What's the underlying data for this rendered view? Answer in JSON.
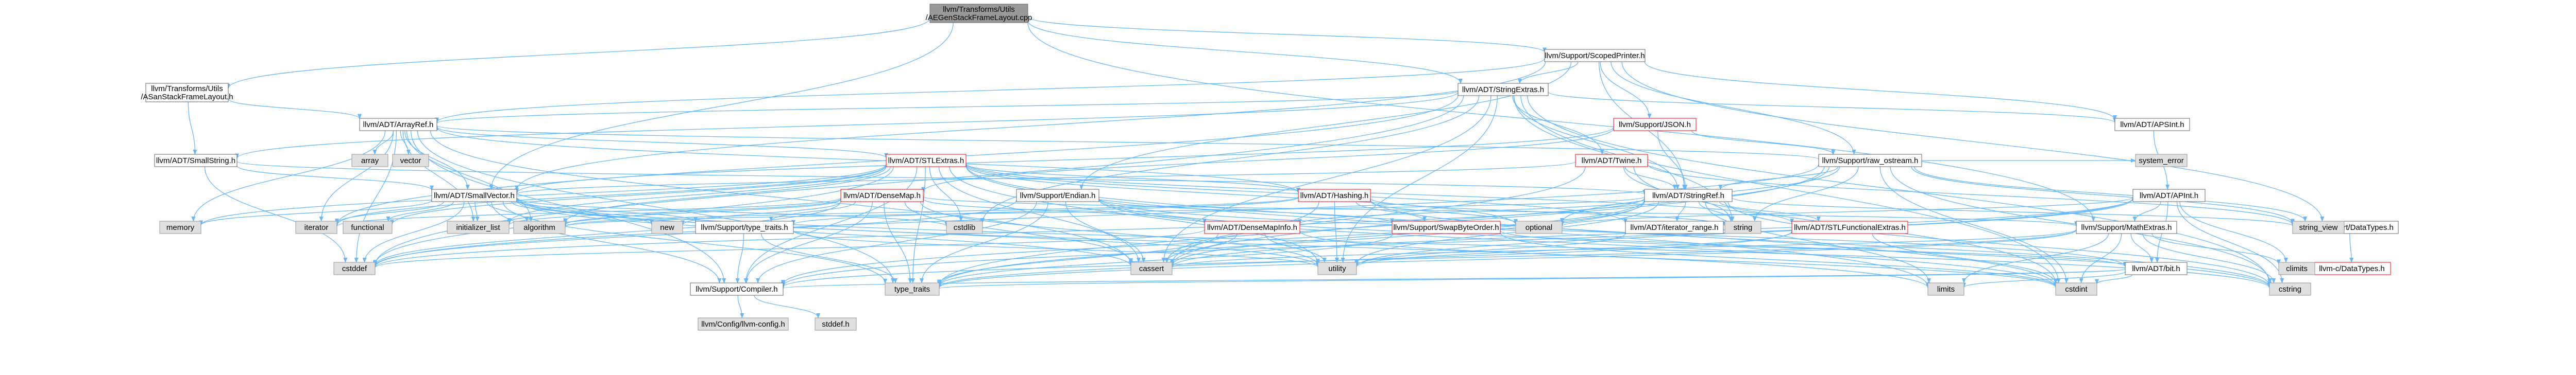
{
  "nodes": [
    {
      "id": "root",
      "lines": [
        "llvm/Transforms/Utils",
        "/AEGenStackFrameLayout.cpp"
      ],
      "kind": "root"
    },
    {
      "id": "layouth",
      "lines": [
        "llvm/Transforms/Utils",
        "/ASanStackFrameLayout.h"
      ],
      "kind": "doc"
    },
    {
      "id": "scopedprinter",
      "lines": [
        "llvm/Support/ScopedPrinter.h"
      ],
      "kind": "doc"
    },
    {
      "id": "stringextras",
      "lines": [
        "llvm/ADT/StringExtras.h"
      ],
      "kind": "doc"
    },
    {
      "id": "arrayref",
      "lines": [
        "llvm/ADT/ArrayRef.h"
      ],
      "kind": "doc"
    },
    {
      "id": "smallstring",
      "lines": [
        "llvm/ADT/SmallString.h"
      ],
      "kind": "doc"
    },
    {
      "id": "smallvector",
      "lines": [
        "llvm/ADT/SmallVector.h"
      ],
      "kind": "doc"
    },
    {
      "id": "stlextras",
      "lines": [
        "llvm/ADT/STLExtras.h"
      ],
      "kind": "red"
    },
    {
      "id": "json",
      "lines": [
        "llvm/Support/JSON.h"
      ],
      "kind": "red"
    },
    {
      "id": "twine",
      "lines": [
        "llvm/ADT/Twine.h"
      ],
      "kind": "red"
    },
    {
      "id": "rawostream",
      "lines": [
        "llvm/Support/raw_ostream.h"
      ],
      "kind": "doc"
    },
    {
      "id": "stringref",
      "lines": [
        "llvm/ADT/StringRef.h"
      ],
      "kind": "doc"
    },
    {
      "id": "apsint",
      "lines": [
        "llvm/ADT/APSInt.h"
      ],
      "kind": "doc"
    },
    {
      "id": "apint",
      "lines": [
        "llvm/ADT/APInt.h"
      ],
      "kind": "doc"
    },
    {
      "id": "densemap",
      "lines": [
        "llvm/ADT/DenseMap.h"
      ],
      "kind": "red"
    },
    {
      "id": "endian",
      "lines": [
        "llvm/Support/Endian.h"
      ],
      "kind": "doc"
    },
    {
      "id": "hashing",
      "lines": [
        "llvm/ADT/Hashing.h"
      ],
      "kind": "red"
    },
    {
      "id": "densemapinfo",
      "lines": [
        "llvm/ADT/DenseMapInfo.h"
      ],
      "kind": "red"
    },
    {
      "id": "swapbyteorder",
      "lines": [
        "llvm/Support/SwapByteOrder.h"
      ],
      "kind": "red"
    },
    {
      "id": "iteratorrange",
      "lines": [
        "llvm/ADT/iterator_range.h"
      ],
      "kind": "doc"
    },
    {
      "id": "stlfunctional",
      "lines": [
        "llvm/ADT/STLFunctionalExtras.h"
      ],
      "kind": "red"
    },
    {
      "id": "mathextras",
      "lines": [
        "llvm/Support/MathExtras.h"
      ],
      "kind": "doc"
    },
    {
      "id": "typetraits",
      "lines": [
        "llvm/Support/type_traits.h"
      ],
      "kind": "doc"
    },
    {
      "id": "bit",
      "lines": [
        "llvm/ADT/bit.h"
      ],
      "kind": "doc"
    },
    {
      "id": "compiler",
      "lines": [
        "llvm/Support/Compiler.h"
      ],
      "kind": "doc"
    },
    {
      "id": "llvmconfig",
      "lines": [
        "llvm/Config/llvm-config.h"
      ],
      "kind": "sys"
    },
    {
      "id": "stddef",
      "lines": [
        "stddef.h"
      ],
      "kind": "sys"
    },
    {
      "id": "datatypes",
      "lines": [
        "llvm/Support/DataTypes.h"
      ],
      "kind": "doc"
    },
    {
      "id": "cdatatypes",
      "lines": [
        "llvm-c/DataTypes.h"
      ],
      "kind": "red"
    },
    {
      "id": "array",
      "lines": [
        "array"
      ],
      "kind": "sys"
    },
    {
      "id": "vector",
      "lines": [
        "vector"
      ],
      "kind": "sys"
    },
    {
      "id": "memory",
      "lines": [
        "memory"
      ],
      "kind": "sys"
    },
    {
      "id": "iterator",
      "lines": [
        "iterator"
      ],
      "kind": "sys"
    },
    {
      "id": "functional",
      "lines": [
        "functional"
      ],
      "kind": "sys"
    },
    {
      "id": "initlist",
      "lines": [
        "initializer_list"
      ],
      "kind": "sys"
    },
    {
      "id": "algorithm",
      "lines": [
        "algorithm"
      ],
      "kind": "sys"
    },
    {
      "id": "new",
      "lines": [
        "new"
      ],
      "kind": "sys"
    },
    {
      "id": "cstdlib",
      "lines": [
        "cstdlib"
      ],
      "kind": "sys"
    },
    {
      "id": "cstddef",
      "lines": [
        "cstddef"
      ],
      "kind": "sys"
    },
    {
      "id": "cassert",
      "lines": [
        "cassert"
      ],
      "kind": "sys"
    },
    {
      "id": "typetraits_std",
      "lines": [
        "type_traits"
      ],
      "kind": "sys"
    },
    {
      "id": "optional",
      "lines": [
        "optional"
      ],
      "kind": "sys"
    },
    {
      "id": "string",
      "lines": [
        "string"
      ],
      "kind": "sys"
    },
    {
      "id": "utility",
      "lines": [
        "utility"
      ],
      "kind": "sys"
    },
    {
      "id": "limits",
      "lines": [
        "limits"
      ],
      "kind": "sys"
    },
    {
      "id": "cstdint",
      "lines": [
        "cstdint"
      ],
      "kind": "sys"
    },
    {
      "id": "cstring",
      "lines": [
        "cstring"
      ],
      "kind": "sys"
    },
    {
      "id": "climits",
      "lines": [
        "climits"
      ],
      "kind": "sys"
    },
    {
      "id": "systemerror",
      "lines": [
        "system_error"
      ],
      "kind": "sys"
    },
    {
      "id": "stringview",
      "lines": [
        "string_view"
      ],
      "kind": "sys"
    }
  ],
  "edges": [
    [
      "root",
      "layouth"
    ],
    [
      "root",
      "scopedprinter"
    ],
    [
      "root",
      "stringextras"
    ],
    [
      "root",
      "smallvector"
    ],
    [
      "root",
      "mathextras"
    ],
    [
      "layouth",
      "arrayref"
    ],
    [
      "layouth",
      "smallstring"
    ],
    [
      "scopedprinter",
      "apsint"
    ],
    [
      "scopedprinter",
      "arrayref"
    ],
    [
      "scopedprinter",
      "smallvector"
    ],
    [
      "scopedprinter",
      "stringextras"
    ],
    [
      "scopedprinter",
      "stringref"
    ],
    [
      "scopedprinter",
      "datatypes"
    ],
    [
      "scopedprinter",
      "endian"
    ],
    [
      "scopedprinter",
      "json"
    ],
    [
      "scopedprinter",
      "rawostream"
    ],
    [
      "stringextras",
      "apsint"
    ],
    [
      "stringextras",
      "arrayref"
    ],
    [
      "stringextras",
      "smallstring"
    ],
    [
      "stringextras",
      "stringref"
    ],
    [
      "stringextras",
      "twine"
    ],
    [
      "stringextras",
      "cassert"
    ],
    [
      "stringextras",
      "cstddef"
    ],
    [
      "stringextras",
      "cstdint"
    ],
    [
      "stringextras",
      "cstdlib"
    ],
    [
      "stringextras",
      "cstring"
    ],
    [
      "stringextras",
      "iterator"
    ],
    [
      "stringextras",
      "string"
    ],
    [
      "stringextras",
      "utility"
    ],
    [
      "arrayref",
      "hashing"
    ],
    [
      "arrayref",
      "smallvector"
    ],
    [
      "arrayref",
      "stlextras"
    ],
    [
      "arrayref",
      "compiler"
    ],
    [
      "arrayref",
      "algorithm"
    ],
    [
      "arrayref",
      "array"
    ],
    [
      "arrayref",
      "cassert"
    ],
    [
      "arrayref",
      "cstddef"
    ],
    [
      "arrayref",
      "initlist"
    ],
    [
      "arrayref",
      "iterator"
    ],
    [
      "arrayref",
      "memory"
    ],
    [
      "arrayref",
      "typetraits_std"
    ],
    [
      "arrayref",
      "vector"
    ],
    [
      "smallstring",
      "smallvector"
    ],
    [
      "smallstring",
      "stringref"
    ],
    [
      "smallstring",
      "cstddef"
    ],
    [
      "smallvector",
      "compiler"
    ],
    [
      "smallvector",
      "typetraits"
    ],
    [
      "smallvector",
      "algorithm"
    ],
    [
      "smallvector",
      "cassert"
    ],
    [
      "smallvector",
      "cstddef"
    ],
    [
      "smallvector",
      "cstdlib"
    ],
    [
      "smallvector",
      "cstring"
    ],
    [
      "smallvector",
      "functional"
    ],
    [
      "smallvector",
      "initlist"
    ],
    [
      "smallvector",
      "iterator"
    ],
    [
      "smallvector",
      "limits"
    ],
    [
      "smallvector",
      "memory"
    ],
    [
      "smallvector",
      "new"
    ],
    [
      "smallvector",
      "typetraits_std"
    ],
    [
      "smallvector",
      "utility"
    ],
    [
      "stlextras",
      "hashing"
    ],
    [
      "stlextras",
      "stlfunctional"
    ],
    [
      "stlextras",
      "iteratorrange"
    ],
    [
      "stlextras",
      "compiler"
    ],
    [
      "stlextras",
      "algorithm"
    ],
    [
      "stlextras",
      "cassert"
    ],
    [
      "stlextras",
      "cstddef"
    ],
    [
      "stlextras",
      "cstdint"
    ],
    [
      "stlextras",
      "cstdlib"
    ],
    [
      "stlextras",
      "functional"
    ],
    [
      "stlextras",
      "initlist"
    ],
    [
      "stlextras",
      "iterator"
    ],
    [
      "stlextras",
      "limits"
    ],
    [
      "stlextras",
      "memory"
    ],
    [
      "stlextras",
      "optional"
    ],
    [
      "stlextras",
      "typetraits_std"
    ],
    [
      "stlextras",
      "utility"
    ],
    [
      "json",
      "densemap"
    ],
    [
      "json",
      "smallvector"
    ],
    [
      "json",
      "stringref"
    ],
    [
      "json",
      "rawostream"
    ],
    [
      "twine",
      "smallvector"
    ],
    [
      "twine",
      "stringref"
    ],
    [
      "twine",
      "cassert"
    ],
    [
      "twine",
      "cstdint"
    ],
    [
      "twine",
      "string"
    ],
    [
      "twine",
      "stringview"
    ],
    [
      "rawostream",
      "arrayref"
    ],
    [
      "rawostream",
      "stringref"
    ],
    [
      "rawostream",
      "datatypes"
    ],
    [
      "rawostream",
      "cassert"
    ],
    [
      "rawostream",
      "cstddef"
    ],
    [
      "rawostream",
      "cstdint"
    ],
    [
      "rawostream",
      "cstring"
    ],
    [
      "rawostream",
      "optional"
    ],
    [
      "rawostream",
      "string"
    ],
    [
      "rawostream",
      "stringview"
    ],
    [
      "rawostream",
      "systemerror"
    ],
    [
      "rawostream",
      "typetraits_std"
    ],
    [
      "stringref",
      "densemapinfo"
    ],
    [
      "stringref",
      "stlfunctional"
    ],
    [
      "stringref",
      "iteratorrange"
    ],
    [
      "stringref",
      "compiler"
    ],
    [
      "stringref",
      "algorithm"
    ],
    [
      "stringref",
      "cassert"
    ],
    [
      "stringref",
      "cstddef"
    ],
    [
      "stringref",
      "cstring"
    ],
    [
      "stringref",
      "limits"
    ],
    [
      "stringref",
      "string"
    ],
    [
      "stringref",
      "stringview"
    ],
    [
      "stringref",
      "typetraits_std"
    ],
    [
      "stringref",
      "utility"
    ],
    [
      "apsint",
      "apint"
    ],
    [
      "apint",
      "bit"
    ],
    [
      "apint",
      "compiler"
    ],
    [
      "apint",
      "mathextras"
    ],
    [
      "apint",
      "cassert"
    ],
    [
      "apint",
      "climits"
    ],
    [
      "apint",
      "cstring"
    ],
    [
      "apint",
      "optional"
    ],
    [
      "apint",
      "utility"
    ],
    [
      "densemap",
      "densemapinfo"
    ],
    [
      "densemap",
      "compiler"
    ],
    [
      "densemap",
      "mathextras"
    ],
    [
      "densemap",
      "typetraits"
    ],
    [
      "densemap",
      "algorithm"
    ],
    [
      "densemap",
      "cassert"
    ],
    [
      "densemap",
      "cstddef"
    ],
    [
      "densemap",
      "initlist"
    ],
    [
      "densemap",
      "iterator"
    ],
    [
      "densemap",
      "new"
    ],
    [
      "densemap",
      "typetraits_std"
    ],
    [
      "densemap",
      "utility"
    ],
    [
      "endian",
      "bit"
    ],
    [
      "endian",
      "compiler"
    ],
    [
      "endian",
      "swapbyteorder"
    ],
    [
      "endian",
      "cassert"
    ],
    [
      "endian",
      "cstddef"
    ],
    [
      "endian",
      "cstdint"
    ],
    [
      "endian",
      "cstring"
    ],
    [
      "endian",
      "typetraits_std"
    ],
    [
      "hashing",
      "swapbyteorder"
    ],
    [
      "hashing",
      "typetraits"
    ],
    [
      "hashing",
      "algorithm"
    ],
    [
      "hashing",
      "cassert"
    ],
    [
      "hashing",
      "cstring"
    ],
    [
      "hashing",
      "optional"
    ],
    [
      "hashing",
      "string"
    ],
    [
      "hashing",
      "tuple_placeholder"
    ],
    [
      "hashing",
      "utility"
    ],
    [
      "densemapinfo",
      "cassert"
    ],
    [
      "densemapinfo",
      "cstddef"
    ],
    [
      "densemapinfo",
      "cstdint"
    ],
    [
      "densemapinfo",
      "tuple_placeholder"
    ],
    [
      "densemapinfo",
      "typetraits_std"
    ],
    [
      "densemapinfo",
      "utility"
    ],
    [
      "swapbyteorder",
      "bit"
    ],
    [
      "swapbyteorder",
      "cstdint"
    ],
    [
      "swapbyteorder",
      "typetraits_std"
    ],
    [
      "iteratorrange",
      "utility"
    ],
    [
      "stlfunctional",
      "cstdint"
    ],
    [
      "stlfunctional",
      "typetraits_std"
    ],
    [
      "stlfunctional",
      "utility"
    ],
    [
      "mathextras",
      "bit"
    ],
    [
      "mathextras",
      "compiler"
    ],
    [
      "mathextras",
      "cassert"
    ],
    [
      "mathextras",
      "climits"
    ],
    [
      "mathextras",
      "cstdint"
    ],
    [
      "mathextras",
      "cstring"
    ],
    [
      "mathextras",
      "limits"
    ],
    [
      "mathextras",
      "typetraits_std"
    ],
    [
      "typetraits",
      "compiler"
    ],
    [
      "typetraits",
      "typetraits_std"
    ],
    [
      "typetraits",
      "utility"
    ],
    [
      "bit",
      "compiler"
    ],
    [
      "bit",
      "cstdint"
    ],
    [
      "bit",
      "limits"
    ],
    [
      "bit",
      "typetraits_std"
    ],
    [
      "compiler",
      "llvmconfig"
    ],
    [
      "compiler",
      "stddef"
    ],
    [
      "datatypes",
      "cdatatypes"
    ]
  ],
  "colors": {
    "doc_fill": "#ffffff",
    "doc_stroke": "#666666",
    "root_fill": "#999999",
    "root_stroke": "#666666",
    "red_stroke": "#ff0000",
    "sys_fill": "#e0e0e0",
    "sys_stroke": "#999999",
    "edge": "#63b8ff",
    "edge_alt": "#4a90e2"
  }
}
